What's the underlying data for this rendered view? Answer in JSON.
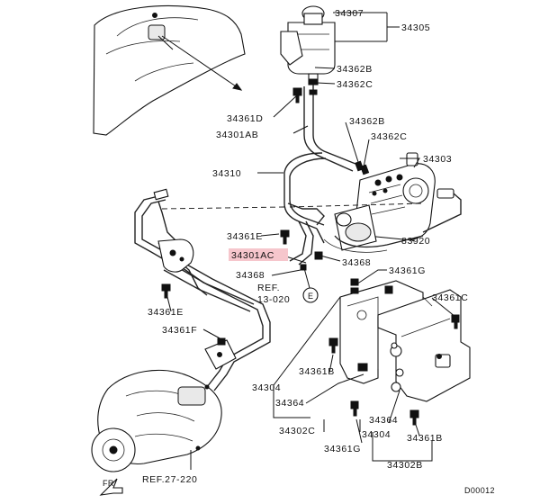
{
  "labels": {
    "p34307": "34307",
    "p34305": "34305",
    "p34362B_top": "34362B",
    "p34362C_top": "34362C",
    "p34361D": "34361D",
    "p34301AB": "34301AB",
    "p34362B_mid": "34362B",
    "p34362C_mid": "34362C",
    "p34310": "34310",
    "p34303": "34303",
    "p34361E_mid": "34361E",
    "p34301AC": "34301AC",
    "p83920": "83920",
    "p34368_right": "34368",
    "p34368_left": "34368",
    "p34361G": "34361G",
    "ref13": "REF.",
    "ref13_num": "13-020",
    "circleE": "E",
    "p34361E_left": "34361E",
    "p34361C": "34361C",
    "p34361F": "34361F",
    "p34361B_mid": "34361B",
    "p34304_mid": "34304",
    "p34364_mid": "34364",
    "p34302C": "34302C",
    "p34364_right": "34364",
    "p34304_right": "34304",
    "p34361G_bottom": "34361G",
    "p34361B_right": "34361B",
    "p34302B": "34302B",
    "ref27": "REF.27-220",
    "fr": "FR",
    "diagram_code": "D00012"
  },
  "colors": {
    "ink": "#111111",
    "highlight": "#f6c6cc",
    "background": "#ffffff"
  }
}
